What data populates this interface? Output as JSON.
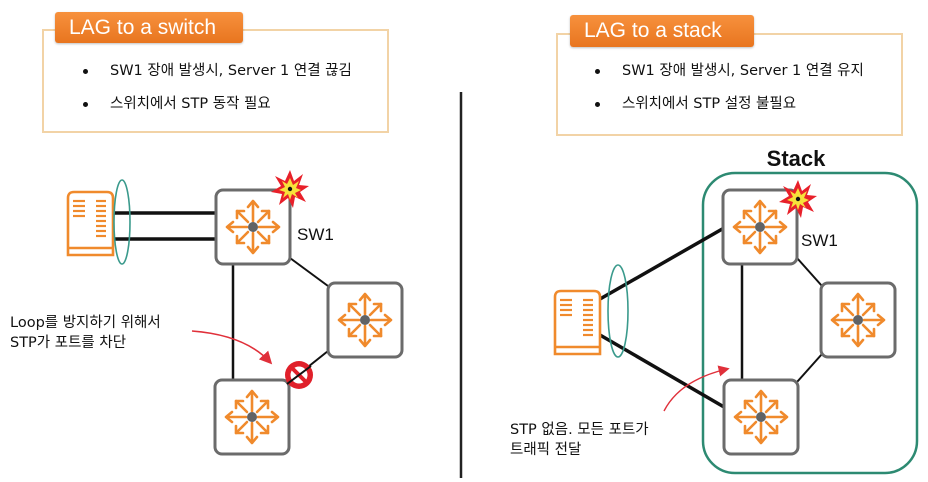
{
  "left_panel": {
    "title": "LAG to a switch",
    "bullets": [
      "SW1 장애 발생시, Server 1 연결 끊김",
      "스위치에서 STP 동작 필요"
    ],
    "switch_label": "SW1",
    "annotation": [
      "Loop를 방지하기 위해서",
      "STP가 포트를 차단"
    ]
  },
  "right_panel": {
    "title": "LAG to a stack",
    "bullets": [
      "SW1 장애 발생시, Server 1 연결 유지",
      "스위치에서 STP 설정 불필요"
    ],
    "switch_label": "SW1",
    "stack_label": "Stack",
    "annotation": [
      "STP 없음. 모든 포트가",
      "트래픽 전달"
    ]
  },
  "colors": {
    "accent_orange": "#f08a2c",
    "lag_ellipse": "#3a9a8c",
    "stack_border": "#2d8a72",
    "switch_border": "#6b6b6b",
    "block_red": "#e0202a",
    "arrow_red": "#e0303a"
  },
  "icons": {
    "switch": "switch-router-icon",
    "server": "server-icon",
    "failure": "explosion-icon",
    "blocked_port": "no-entry-icon"
  }
}
